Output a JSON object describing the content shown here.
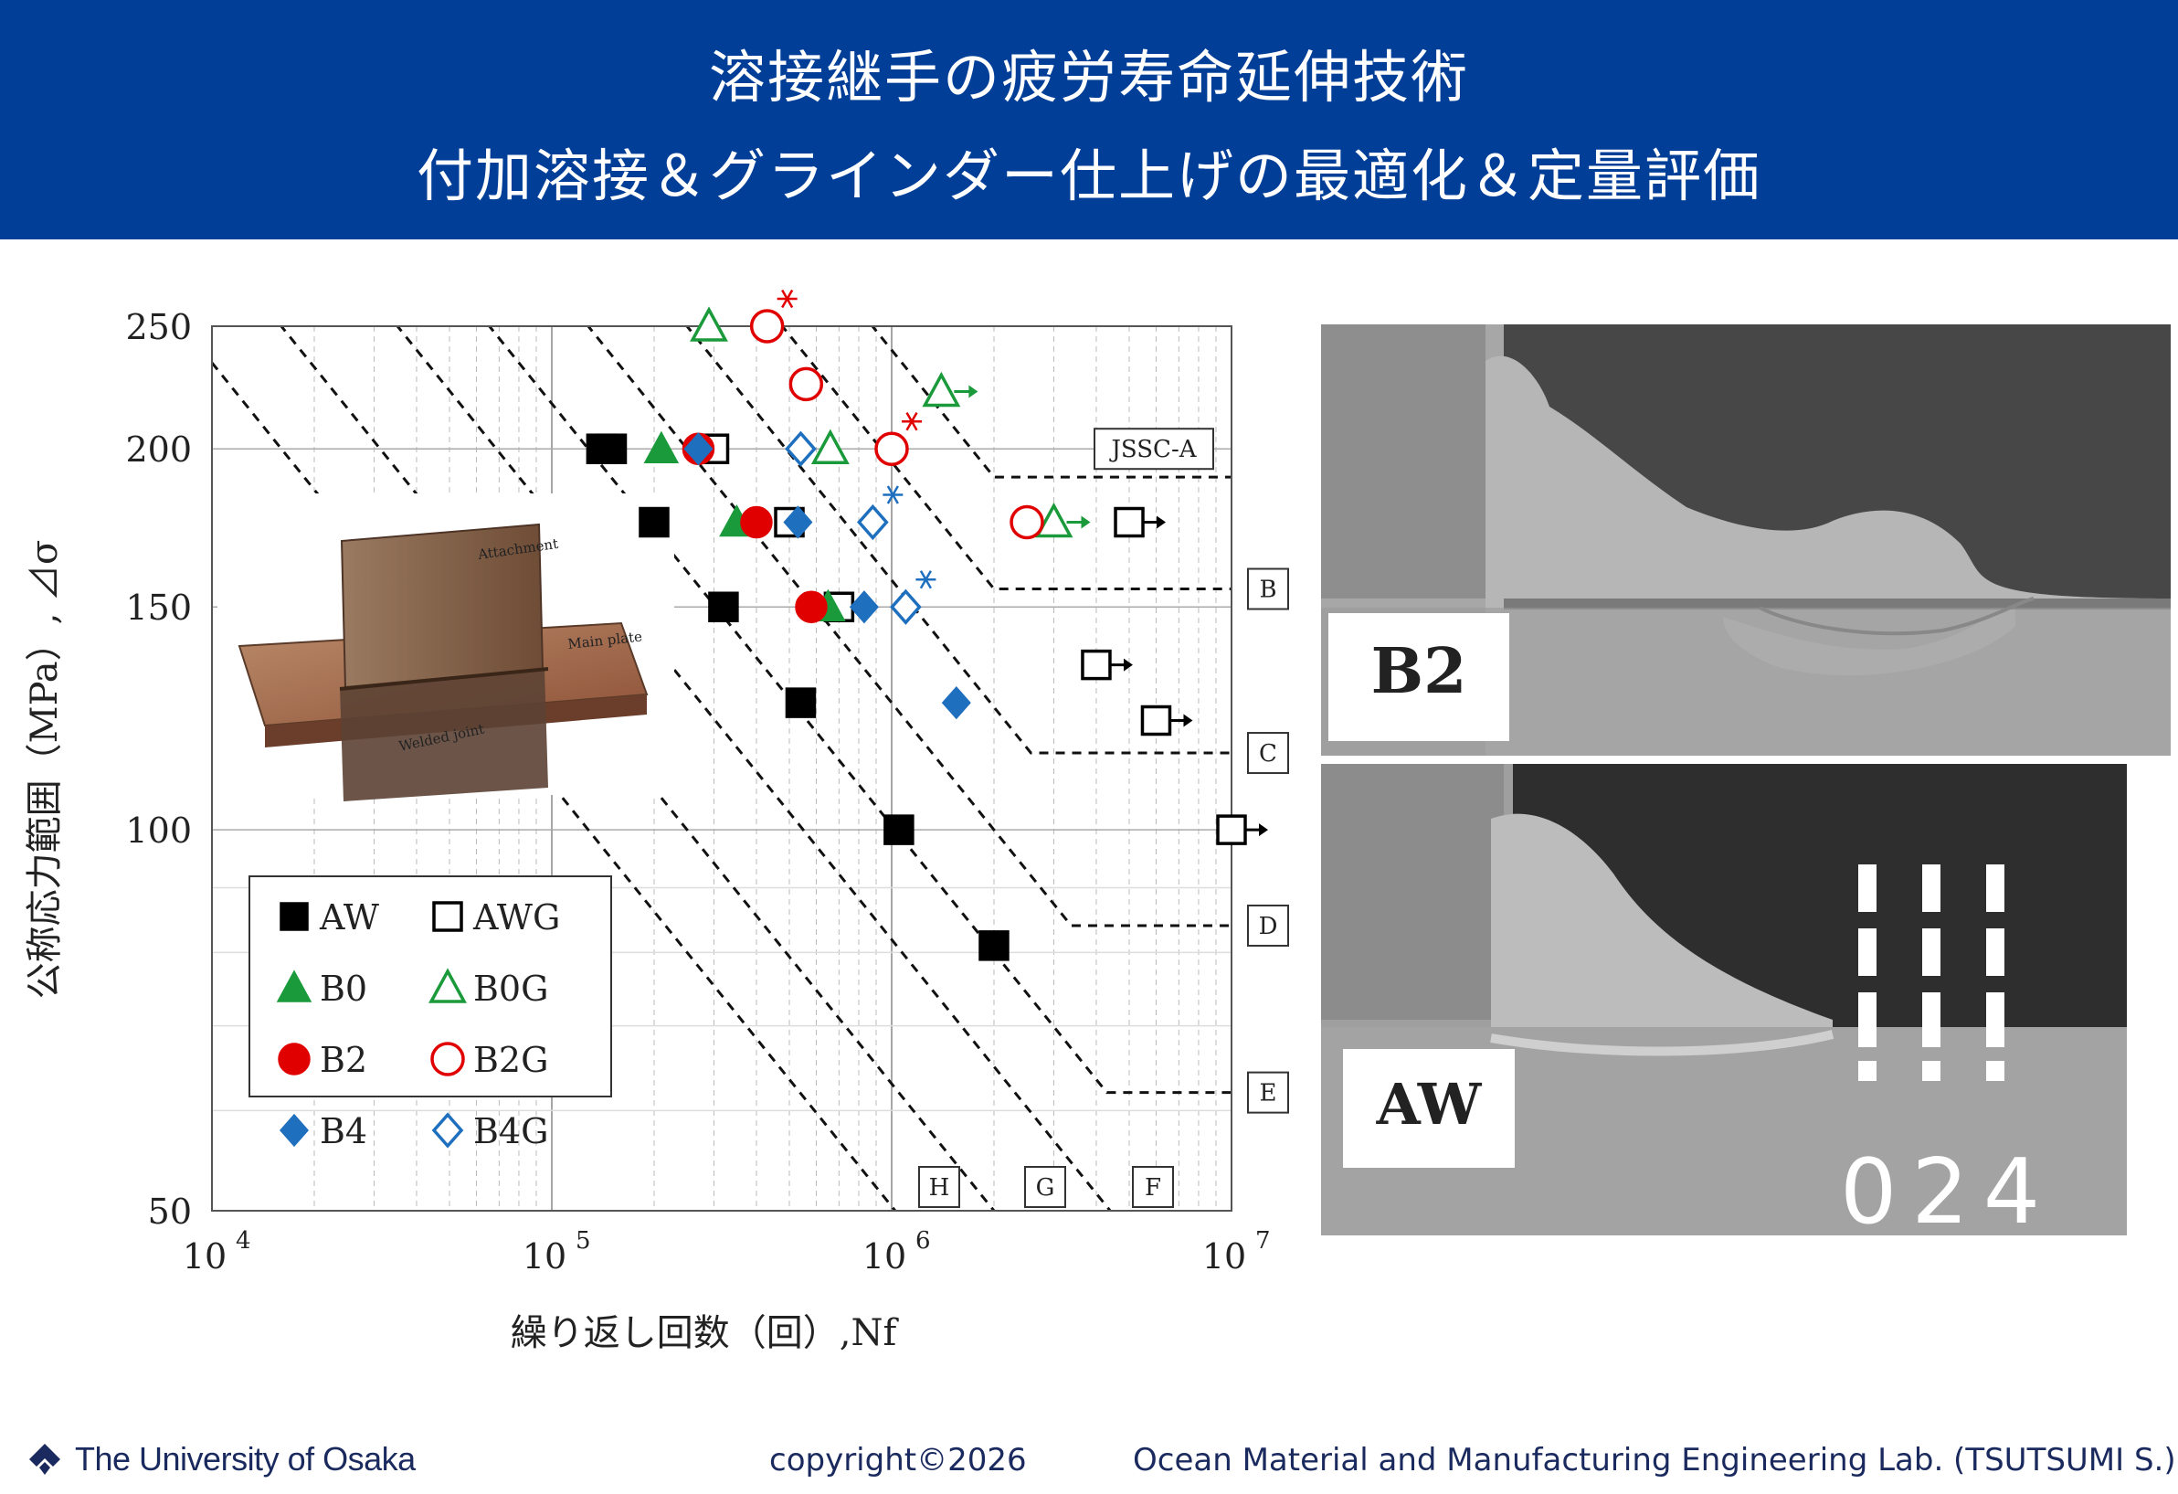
{
  "header": {
    "line1": "溶接継手の疲労寿命延伸技術",
    "line2": "付加溶接＆グラインダー仕上げの最適化＆定量評価"
  },
  "chart_data": {
    "type": "scatter",
    "xscale": "log",
    "yscale": "log",
    "xlim": [
      10000,
      10000000
    ],
    "ylim": [
      50,
      250
    ],
    "xlabel": "繰り返し回数（回）,Nf",
    "ylabel": "公称応力範囲（MPa）, ⊿σ",
    "x_ticks": [
      "10",
      "10",
      "10",
      "10"
    ],
    "x_tick_exponents": [
      "4",
      "5",
      "6",
      "7"
    ],
    "y_ticks": [
      "250",
      "200",
      "150",
      "100",
      "50"
    ],
    "y_tick_values": [
      250,
      200,
      150,
      100,
      50
    ],
    "grid": true,
    "legend_position": "bottom-left",
    "design_curves": [
      {
        "name": "JSSC-A",
        "stress_at_2e6": 190,
        "cutoff": 190
      },
      {
        "name": "B",
        "stress_at_2e6": 155,
        "cutoff": 155
      },
      {
        "name": "C",
        "stress_at_2e6": 125,
        "cutoff": 115
      },
      {
        "name": "D",
        "stress_at_2e6": 100,
        "cutoff": 84
      },
      {
        "name": "E",
        "stress_at_2e6": 80,
        "cutoff": 62
      },
      {
        "name": "F",
        "stress_at_2e6": 65,
        "cutoff": null
      },
      {
        "name": "G",
        "stress_at_2e6": 50,
        "cutoff": null
      },
      {
        "name": "H",
        "stress_at_2e6": 40,
        "cutoff": null
      }
    ],
    "series": [
      {
        "name": "AW",
        "marker": "square",
        "filled": true,
        "color": "#000000",
        "points": [
          [
            140000,
            200
          ],
          [
            150000,
            200
          ],
          [
            200000,
            175
          ],
          [
            320000,
            150
          ],
          [
            540000,
            126
          ],
          [
            1050000,
            100
          ],
          [
            2000000,
            81
          ]
        ]
      },
      {
        "name": "AWG",
        "marker": "square",
        "filled": false,
        "color": "#000000",
        "points": [
          [
            300000,
            200
          ],
          [
            500000,
            175
          ],
          [
            700000,
            150
          ],
          [
            4000000,
            135
          ],
          [
            5000000,
            175
          ],
          [
            6000000,
            122
          ],
          [
            10000000,
            100
          ]
        ],
        "runout": [
          [
            4000000,
            135
          ],
          [
            5000000,
            175
          ],
          [
            6000000,
            122
          ],
          [
            10000000,
            100
          ]
        ]
      },
      {
        "name": "B0",
        "marker": "triangle",
        "filled": true,
        "color": "#1a9a3a",
        "points": [
          [
            210000,
            200
          ],
          [
            350000,
            175
          ],
          [
            650000,
            150
          ]
        ]
      },
      {
        "name": "B0G",
        "marker": "triangle",
        "filled": false,
        "color": "#1a9a3a",
        "points": [
          [
            290000,
            250
          ],
          [
            660000,
            200
          ],
          [
            1400000,
            222
          ],
          [
            3000000,
            175
          ]
        ],
        "runout": [
          [
            1400000,
            222
          ],
          [
            3000000,
            175
          ]
        ]
      },
      {
        "name": "B2",
        "marker": "circle",
        "filled": true,
        "color": "#e00000",
        "points": [
          [
            270000,
            200
          ],
          [
            400000,
            175
          ],
          [
            580000,
            150
          ]
        ]
      },
      {
        "name": "B2G",
        "marker": "circle",
        "filled": false,
        "color": "#e00000",
        "points": [
          [
            430000,
            250
          ],
          [
            560000,
            225
          ],
          [
            1000000,
            200
          ],
          [
            2500000,
            175
          ]
        ],
        "failure_elsewhere": [
          [
            430000,
            250
          ],
          [
            1000000,
            200
          ]
        ]
      },
      {
        "name": "B4",
        "marker": "diamond",
        "filled": true,
        "color": "#1f6fbf",
        "points": [
          [
            270000,
            200
          ],
          [
            530000,
            175
          ],
          [
            830000,
            150
          ],
          [
            1550000,
            126
          ]
        ]
      },
      {
        "name": "B4G",
        "marker": "diamond",
        "filled": false,
        "color": "#1f6fbf",
        "points": [
          [
            540000,
            200
          ],
          [
            880000,
            175
          ],
          [
            1100000,
            150
          ]
        ],
        "failure_elsewhere": [
          [
            880000,
            175
          ],
          [
            1100000,
            150
          ]
        ]
      }
    ],
    "inset_labels": [
      "Attachment",
      "Main plate",
      "Welded joint"
    ]
  },
  "photos": {
    "top_label": "B2",
    "bottom_label": "AW",
    "scale_numbers": "024"
  },
  "footer": {
    "university": "The University of Osaka",
    "copyright": "copyright©2026",
    "lab": "Ocean Material and Manufacturing Engineering Lab. (TSUTSUMI S.)"
  },
  "colors": {
    "banner": "#003e98",
    "green": "#1a9a3a",
    "red": "#e00000",
    "blue": "#1f6fbf"
  }
}
